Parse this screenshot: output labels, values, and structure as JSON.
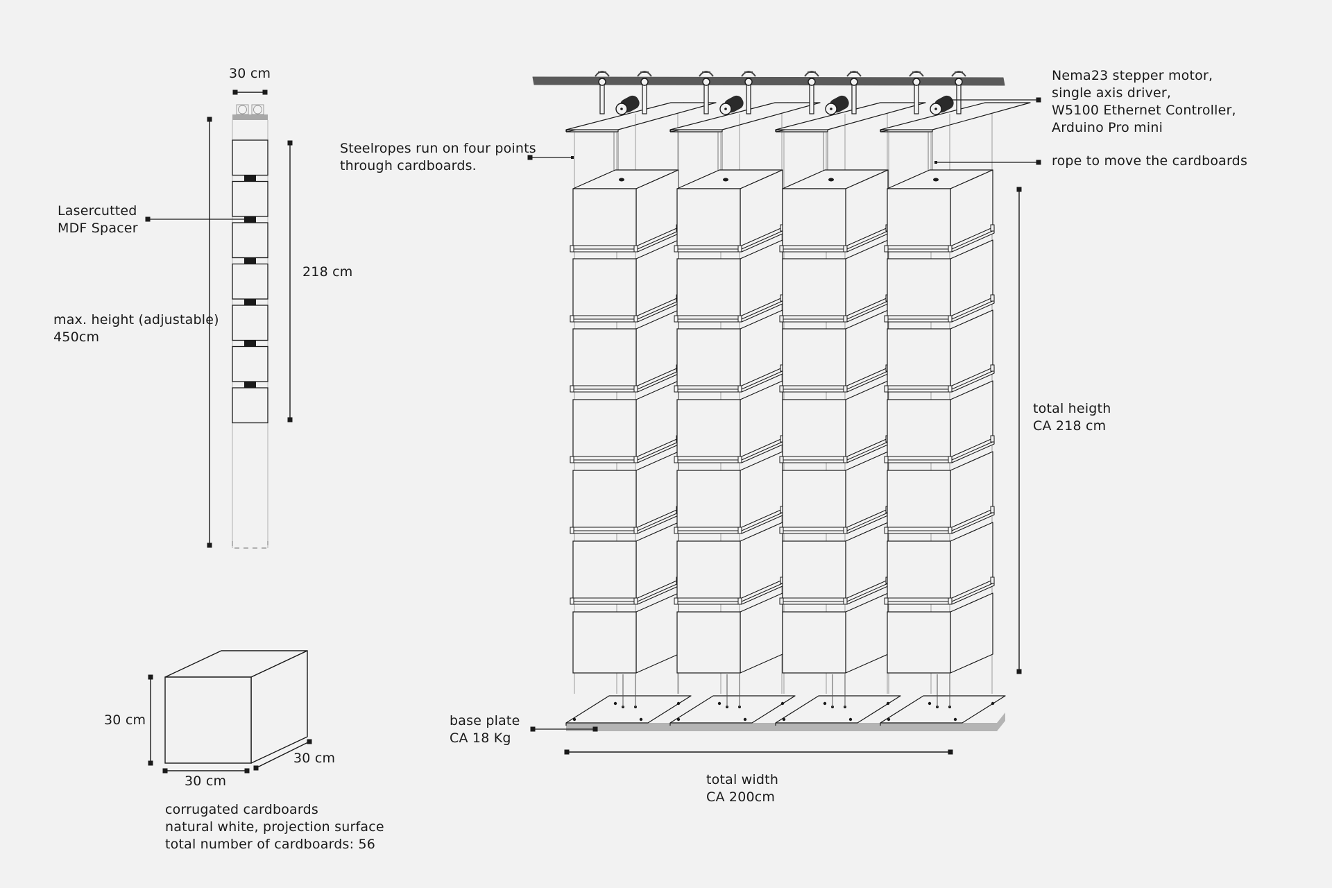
{
  "side_view": {
    "width_label": "30 cm",
    "spacer_label": [
      "Lasercutted",
      "MDF Spacer"
    ],
    "max_height_label": [
      "max. height (adjustable)",
      "450cm"
    ],
    "height_label": "218 cm"
  },
  "cardboard": {
    "height_label": "30 cm",
    "width_label": "30 cm",
    "depth_label": "30 cm",
    "description": [
      "corrugated cardboards",
      "natural white, projection surface",
      "total number of cardboards: 56"
    ]
  },
  "main_view": {
    "steelropes_label": [
      "Steelropes run on four points",
      "through cardboards."
    ],
    "motor_label": [
      "Nema23 stepper motor,",
      "single axis driver,",
      "W5100 Ethernet Controller,",
      "Arduino Pro mini"
    ],
    "rope_label": "rope to move the cardboards",
    "total_height_label": [
      "total heigth",
      "CA 218 cm"
    ],
    "base_plate_label": [
      "base plate",
      "CA 18 Kg"
    ],
    "total_width_label": [
      "total width",
      "CA 200cm"
    ]
  },
  "colors": {
    "line": "#1a1a1a",
    "background": "#f2f2f2",
    "rail": "#5a5a5a",
    "base_shadow": "#b4b4b4",
    "motor": "#2a2a2a"
  }
}
